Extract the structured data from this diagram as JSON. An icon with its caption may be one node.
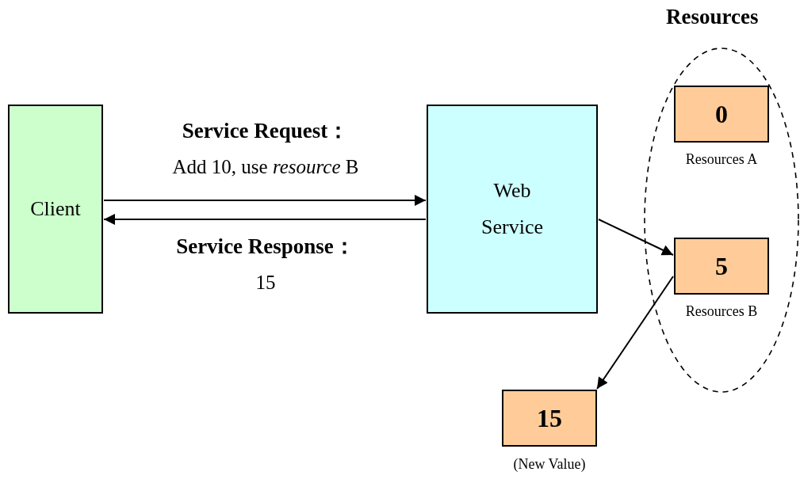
{
  "diagram": {
    "nodes": [
      {
        "text": [
          "Client"
        ]
      },
      {
        "text": [
          "Web Service"
        ]
      },
      {
        "text": [
          "Resources"
        ]
      },
      {
        "text": [
          "0"
        ],
        "beside": [
          "Resources A"
        ],
        "in": 2
      },
      {
        "text": [
          "5"
        ],
        "beside": [
          "Resources B"
        ],
        "in": 2
      },
      {
        "text": [
          "15"
        ],
        "beside": [
          "(New Value)"
        ]
      }
    ],
    "edges": [
      {
        "from": 0,
        "to": 1,
        "arrow": "to",
        "label": "**Service Request：** Add 10, use *resource* B"
      },
      {
        "from": 1,
        "to": 0,
        "arrow": "to",
        "label": "**Service Response：** 15"
      },
      {
        "from": 1,
        "to": 4,
        "arrow": "to"
      },
      {
        "from": 4,
        "to": 5,
        "arrow": "to"
      }
    ]
  }
}
